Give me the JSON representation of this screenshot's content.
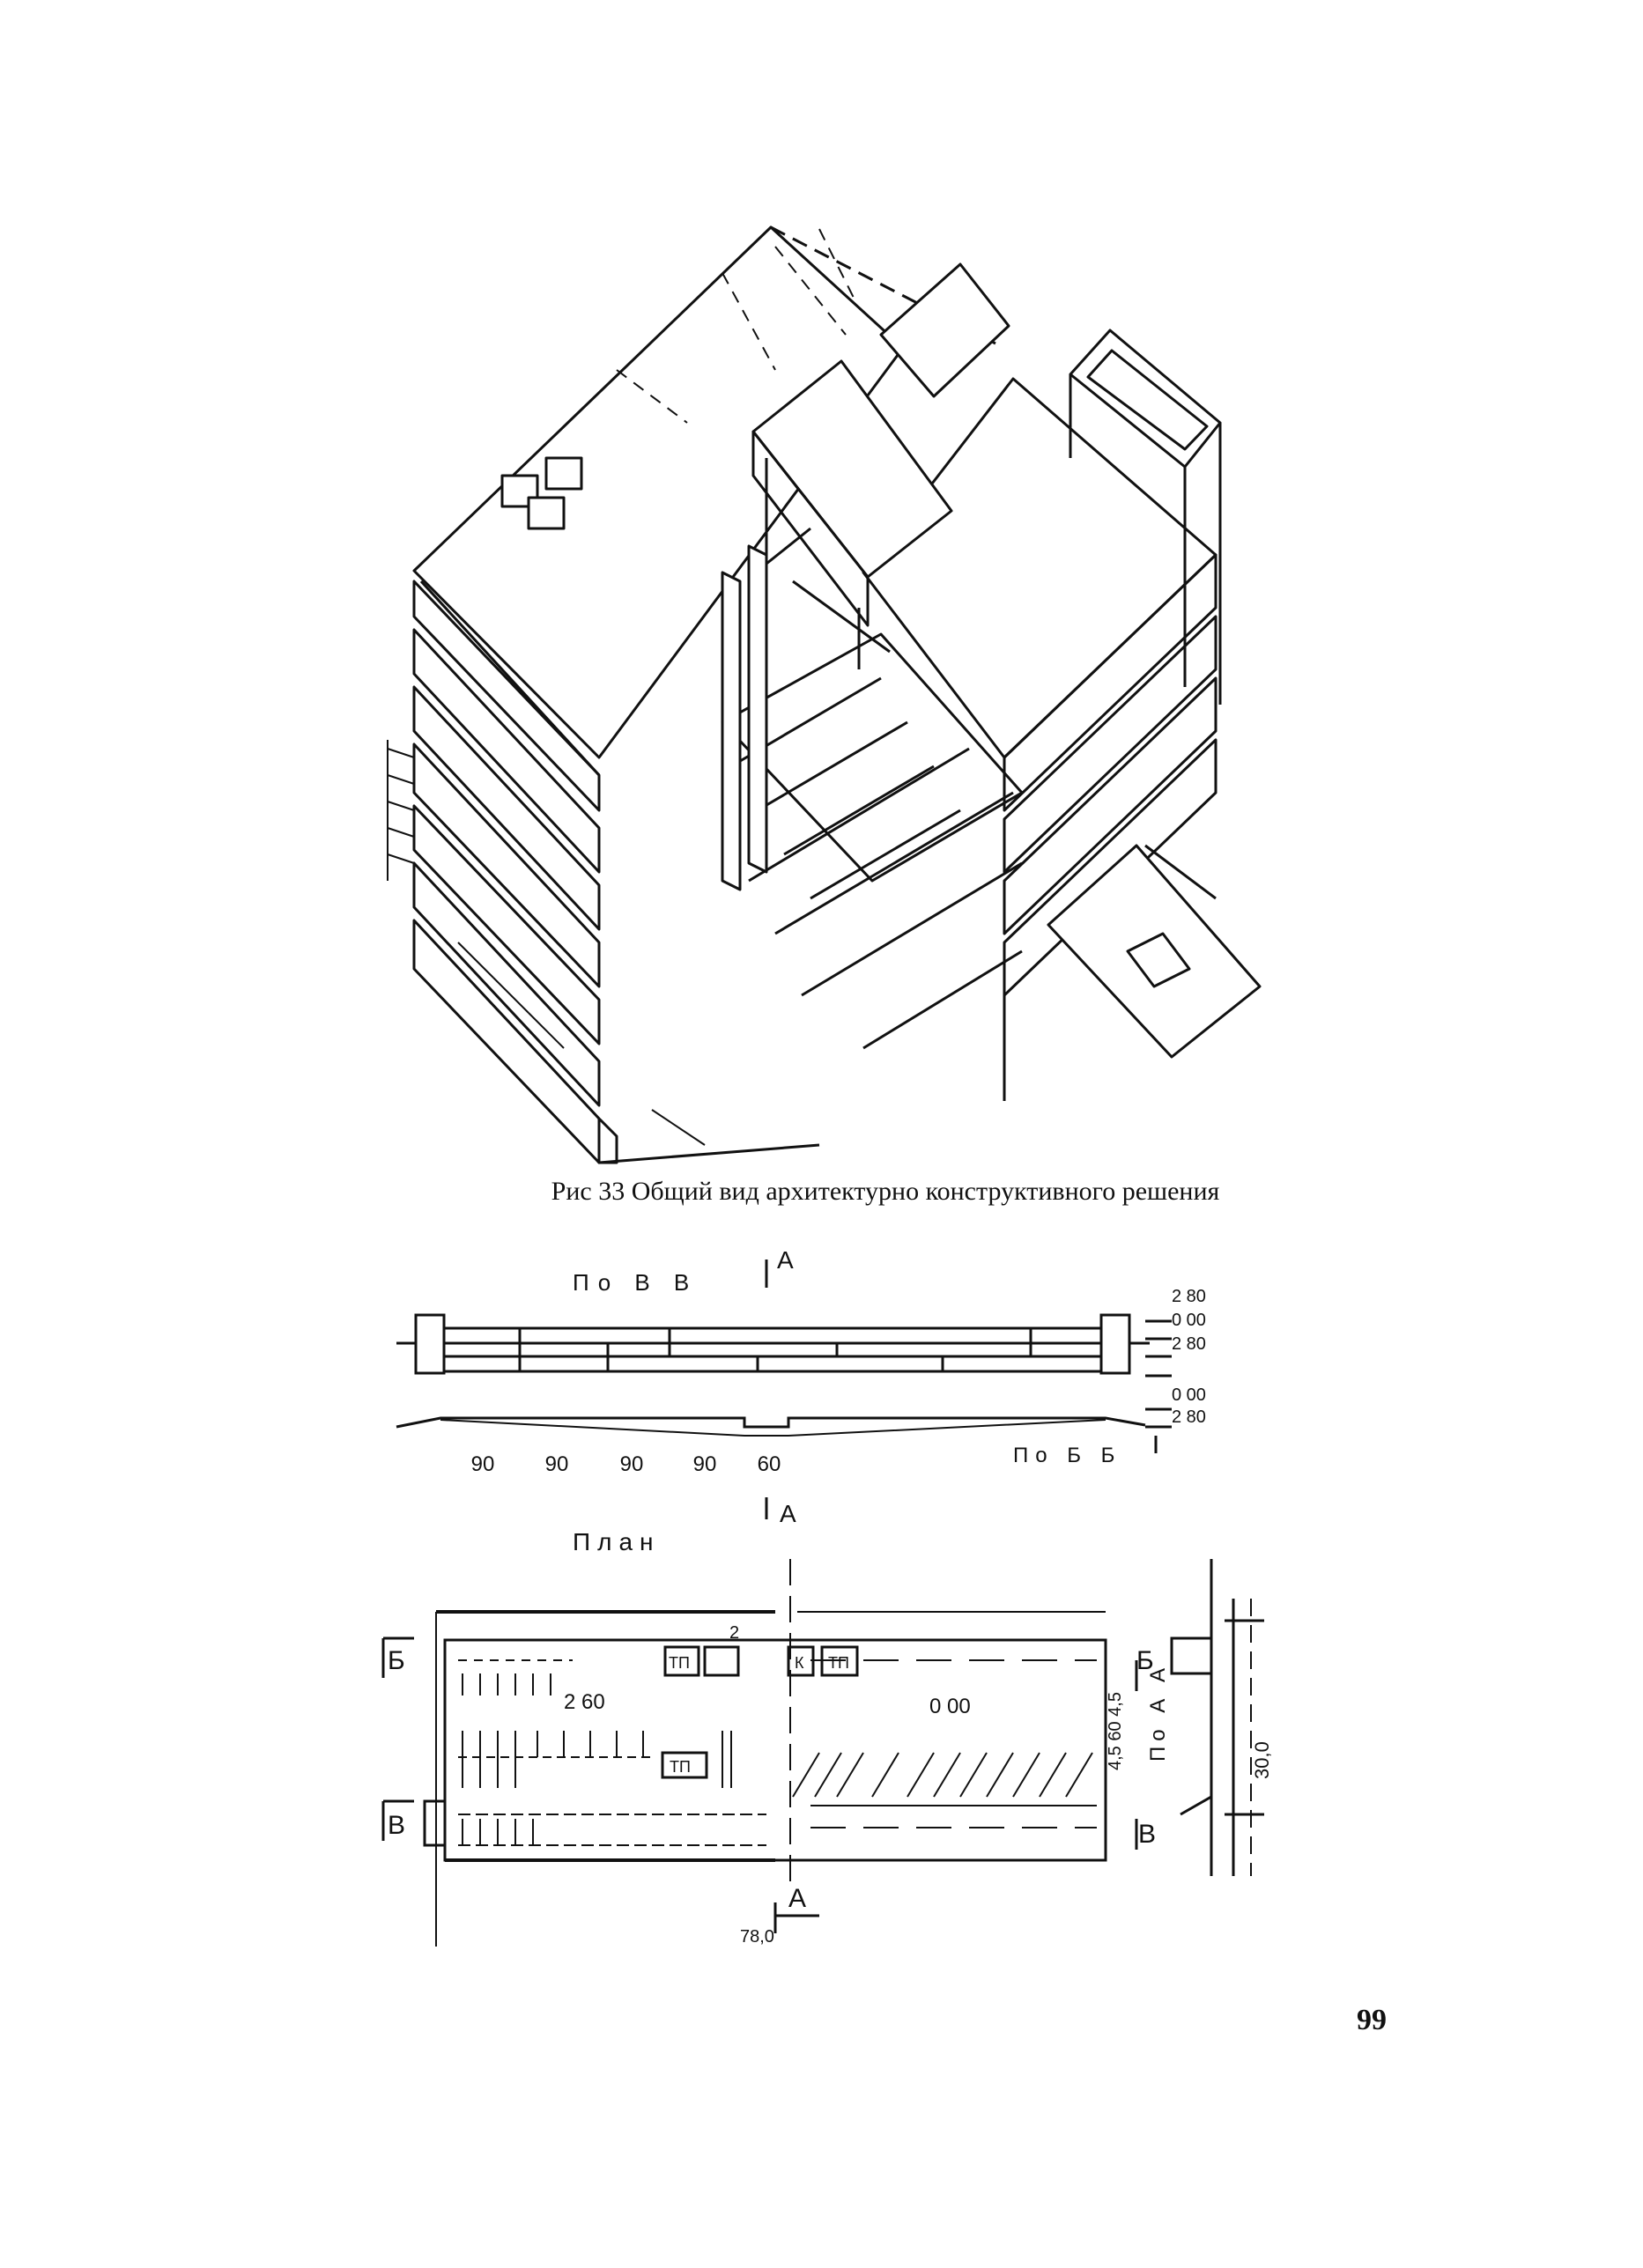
{
  "figure": {
    "caption": "Рис 33 Общий вид архитектурно конструктивного решения"
  },
  "sections": {
    "section_vv_label": "По В В",
    "section_bb_label": "По Б Б",
    "cut_a_top": "А",
    "cut_a_bottom": "А",
    "levels_top": [
      "2 80",
      "0 00",
      "2 80"
    ],
    "levels_bottom": [
      "0 00",
      "2 80"
    ],
    "spans": [
      "90",
      "90",
      "90",
      "90",
      "60"
    ]
  },
  "plan": {
    "title": "План",
    "mark_b_left": "Б",
    "mark_b_right": "Б",
    "mark_v_left": "В",
    "mark_v_right": "В",
    "mark_a_bottom": "А",
    "level_left": "2 60",
    "level_right": "0 00",
    "tp_labels": [
      "ТП",
      "ТП",
      "ТП"
    ],
    "k_label": "К",
    "num_2": "2",
    "dim_width": "4,5 60 4,5",
    "dim_length": "78,0",
    "section_aa_label": "По А А",
    "dim_aa": "30,0"
  },
  "page": {
    "number": "99"
  }
}
